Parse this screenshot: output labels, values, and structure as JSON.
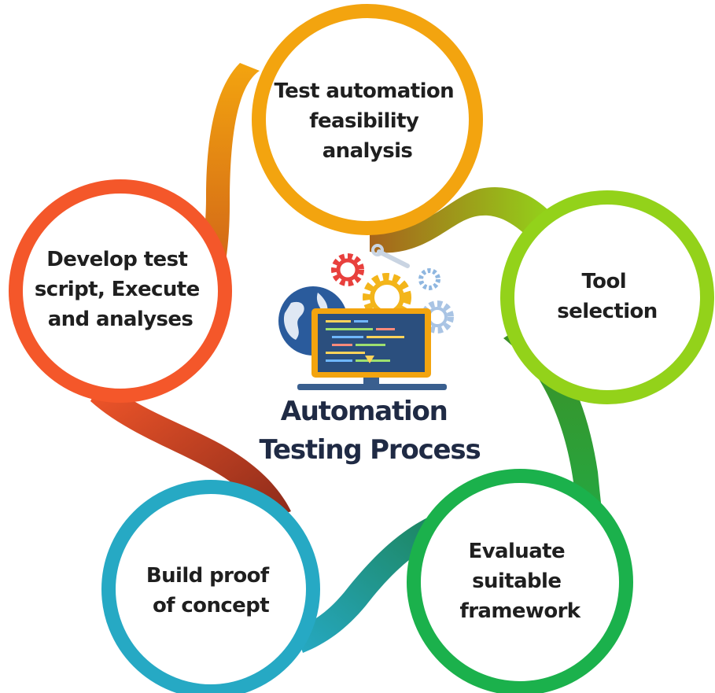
{
  "center": {
    "title_line1": "Automation",
    "title_line2": "Testing Process"
  },
  "steps": [
    {
      "color": "#f3a40f",
      "lines": [
        "Test automation",
        "feasibility",
        "analysis"
      ]
    },
    {
      "color": "#93d21a",
      "lines": [
        "Tool",
        "selection"
      ]
    },
    {
      "color": "#1bb14c",
      "lines": [
        "Evaluate",
        "suitable",
        "framework"
      ]
    },
    {
      "color": "#26a9c4",
      "lines": [
        "Build proof",
        "of concept"
      ]
    },
    {
      "color": "#f4572a",
      "lines": [
        "Develop test",
        "script, Execute",
        "and analyses"
      ]
    }
  ],
  "icon": {
    "name": "computer-with-gears-and-globe-icon"
  }
}
